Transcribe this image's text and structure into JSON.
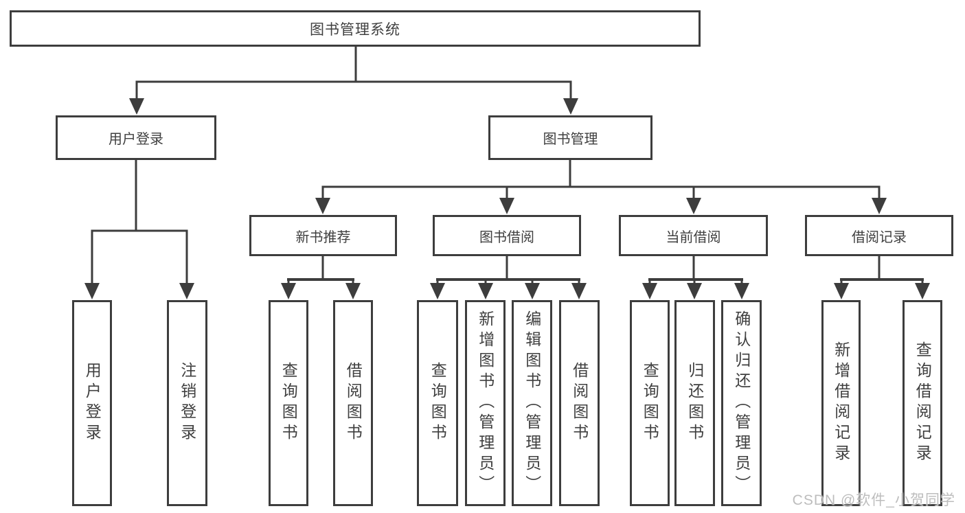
{
  "diagram": {
    "title": "图书管理系统",
    "level2": [
      {
        "label": "用户登录"
      },
      {
        "label": "图书管理"
      }
    ],
    "level3": [
      {
        "label": "新书推荐"
      },
      {
        "label": "图书借阅"
      },
      {
        "label": "当前借阅"
      },
      {
        "label": "借阅记录"
      }
    ],
    "leaves": {
      "user_login": [
        "用户登录",
        "注销登录"
      ],
      "new_books": [
        "查询图书",
        "借阅图书"
      ],
      "book_borrow": [
        "查询图书",
        "新增图书（管理员）",
        "编辑图书（管理员）",
        "借阅图书"
      ],
      "current_borrow": [
        "查询图书",
        "归还图书",
        "确认归还（管理员）"
      ],
      "borrow_records": [
        "新增借阅记录",
        "查询借阅记录"
      ]
    },
    "watermark": "CSDN @软件_小贺同学",
    "colors": {
      "line": "#3d3d3d",
      "text": "#3f3f3f",
      "watermark": "#bdbdbd",
      "background": "#ffffff"
    }
  }
}
